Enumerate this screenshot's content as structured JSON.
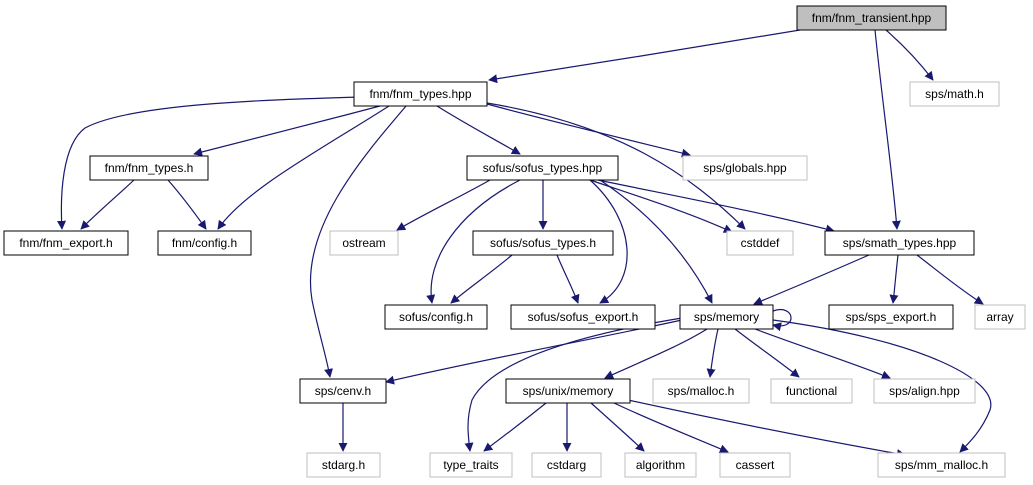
{
  "diagram": {
    "title": "fnm/fnm_transient.hpp",
    "nodes": [
      {
        "id": "fnm_transient",
        "label": "fnm/fnm_transient.hpp",
        "style": "root"
      },
      {
        "id": "fnm_types_hpp",
        "label": "fnm/fnm_types.hpp",
        "style": "documented"
      },
      {
        "id": "sps_math",
        "label": "sps/math.h",
        "style": "external"
      },
      {
        "id": "fnm_types_h",
        "label": "fnm/fnm_types.h",
        "style": "documented"
      },
      {
        "id": "sofus_types_hpp",
        "label": "sofus/sofus_types.hpp",
        "style": "documented"
      },
      {
        "id": "sps_globals",
        "label": "sps/globals.hpp",
        "style": "external"
      },
      {
        "id": "fnm_export",
        "label": "fnm/fnm_export.h",
        "style": "documented"
      },
      {
        "id": "fnm_config",
        "label": "fnm/config.h",
        "style": "documented"
      },
      {
        "id": "ostream",
        "label": "ostream",
        "style": "external"
      },
      {
        "id": "sofus_types_h",
        "label": "sofus/sofus_types.h",
        "style": "documented"
      },
      {
        "id": "cstddef",
        "label": "cstddef",
        "style": "external"
      },
      {
        "id": "smath_types",
        "label": "sps/smath_types.hpp",
        "style": "documented"
      },
      {
        "id": "sofus_config",
        "label": "sofus/config.h",
        "style": "documented"
      },
      {
        "id": "sofus_export",
        "label": "sofus/sofus_export.h",
        "style": "documented"
      },
      {
        "id": "sps_memory",
        "label": "sps/memory",
        "style": "documented"
      },
      {
        "id": "sps_export",
        "label": "sps/sps_export.h",
        "style": "documented"
      },
      {
        "id": "array",
        "label": "array",
        "style": "external"
      },
      {
        "id": "sps_cenv",
        "label": "sps/cenv.h",
        "style": "documented"
      },
      {
        "id": "sps_unix_memory",
        "label": "sps/unix/memory",
        "style": "documented"
      },
      {
        "id": "sps_malloc",
        "label": "sps/malloc.h",
        "style": "external"
      },
      {
        "id": "functional",
        "label": "functional",
        "style": "external"
      },
      {
        "id": "sps_align",
        "label": "sps/align.hpp",
        "style": "external"
      },
      {
        "id": "stdarg",
        "label": "stdarg.h",
        "style": "external"
      },
      {
        "id": "type_traits",
        "label": "type_traits",
        "style": "external"
      },
      {
        "id": "cstdarg",
        "label": "cstdarg",
        "style": "external"
      },
      {
        "id": "algorithm",
        "label": "algorithm",
        "style": "external"
      },
      {
        "id": "cassert",
        "label": "cassert",
        "style": "external"
      },
      {
        "id": "sps_mm_malloc",
        "label": "sps/mm_malloc.h",
        "style": "external"
      }
    ],
    "edges": [
      [
        "fnm_transient",
        "fnm_types_hpp"
      ],
      [
        "fnm_transient",
        "sps_math"
      ],
      [
        "fnm_transient",
        "smath_types"
      ],
      [
        "fnm_types_hpp",
        "fnm_types_h"
      ],
      [
        "fnm_types_hpp",
        "fnm_export"
      ],
      [
        "fnm_types_hpp",
        "fnm_config"
      ],
      [
        "fnm_types_hpp",
        "sofus_types_hpp"
      ],
      [
        "fnm_types_hpp",
        "sps_globals"
      ],
      [
        "fnm_types_hpp",
        "cstddef"
      ],
      [
        "fnm_types_hpp",
        "sps_cenv"
      ],
      [
        "fnm_types_h",
        "fnm_export"
      ],
      [
        "fnm_types_h",
        "fnm_config"
      ],
      [
        "sofus_types_hpp",
        "ostream"
      ],
      [
        "sofus_types_hpp",
        "sofus_types_h"
      ],
      [
        "sofus_types_hpp",
        "cstddef"
      ],
      [
        "sofus_types_hpp",
        "smath_types"
      ],
      [
        "sofus_types_hpp",
        "sofus_config"
      ],
      [
        "sofus_types_hpp",
        "sofus_export"
      ],
      [
        "sofus_types_hpp",
        "sps_memory"
      ],
      [
        "sofus_types_h",
        "sofus_config"
      ],
      [
        "sofus_types_h",
        "sofus_export"
      ],
      [
        "smath_types",
        "sps_memory"
      ],
      [
        "smath_types",
        "sps_export"
      ],
      [
        "smath_types",
        "array"
      ],
      [
        "sps_memory",
        "sps_memory"
      ],
      [
        "sps_memory",
        "sps_cenv"
      ],
      [
        "sps_memory",
        "sps_unix_memory"
      ],
      [
        "sps_memory",
        "sps_malloc"
      ],
      [
        "sps_memory",
        "functional"
      ],
      [
        "sps_memory",
        "sps_align"
      ],
      [
        "sps_memory",
        "type_traits"
      ],
      [
        "sps_memory",
        "sps_mm_malloc"
      ],
      [
        "sps_cenv",
        "stdarg"
      ],
      [
        "sps_unix_memory",
        "type_traits"
      ],
      [
        "sps_unix_memory",
        "cstdarg"
      ],
      [
        "sps_unix_memory",
        "algorithm"
      ],
      [
        "sps_unix_memory",
        "cassert"
      ],
      [
        "sps_unix_memory",
        "sps_mm_malloc"
      ]
    ],
    "colors": {
      "edge": "#191970",
      "root_fill": "#bfbfbf",
      "node_border": "#000000",
      "external_border": "#bfbfbf",
      "node_fill": "#ffffff"
    }
  }
}
